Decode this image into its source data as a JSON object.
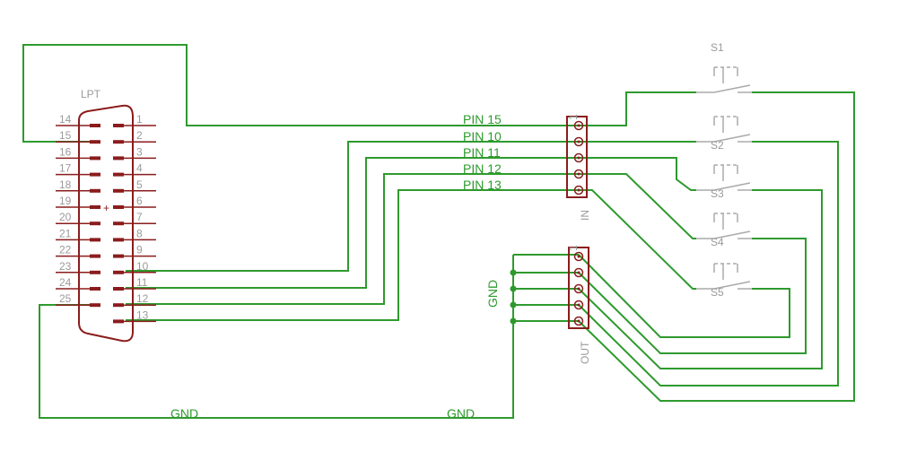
{
  "lpt": {
    "name": "LPT",
    "left_pins": [
      "14",
      "15",
      "16",
      "17",
      "18",
      "19",
      "20",
      "21",
      "22",
      "23",
      "24",
      "25"
    ],
    "right_pins": [
      "1",
      "2",
      "3",
      "4",
      "5",
      "6",
      "7",
      "8",
      "9",
      "10",
      "11",
      "12",
      "13"
    ],
    "center_mark": "+"
  },
  "net_labels": {
    "pin15": "PIN 15",
    "pin10": "PIN 10",
    "pin11": "PIN 11",
    "pin12": "PIN 12",
    "pin13": "PIN 13",
    "gnd_left": "GND",
    "gnd_mid": "GND",
    "gnd_vert": "GND"
  },
  "connectors": {
    "in": {
      "label": "IN",
      "pin1": "1"
    },
    "out": {
      "label": "OUT",
      "pin1": "1"
    }
  },
  "switches": [
    "S1",
    "S2",
    "S3",
    "S4",
    "S5"
  ],
  "colors": {
    "wire": "#2e9a2e",
    "component": "#8b1c1c",
    "silkscreen": "#aaaaaa"
  }
}
